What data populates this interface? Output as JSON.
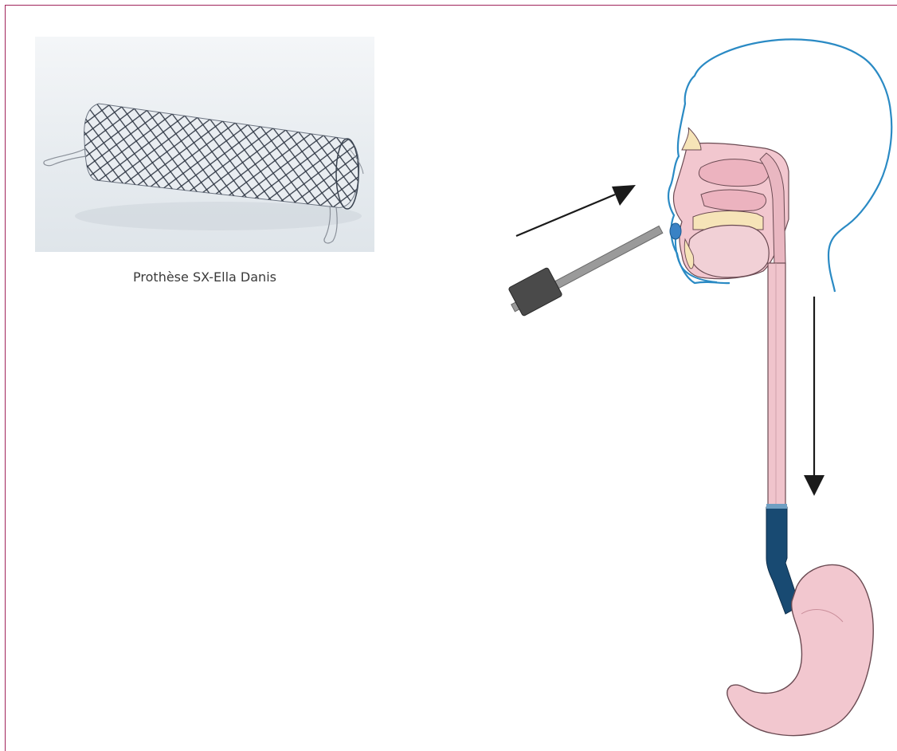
{
  "figure": {
    "caption": "Prothèse SX-Ella Danis",
    "colors": {
      "frame": "#a0245a",
      "head_outline": "#2a8ac4",
      "tissue": "#f2c7cf",
      "esophagus": "#f0c4cc",
      "stent": "#184a72",
      "device_handle": "#4a4a4a",
      "device_shaft": "#9a9a9a",
      "arrow": "#1a1a1a"
    },
    "icons": [
      "stent-photo",
      "head-anatomy",
      "esophagus",
      "stomach",
      "insertion-device",
      "direction-arrow"
    ]
  }
}
